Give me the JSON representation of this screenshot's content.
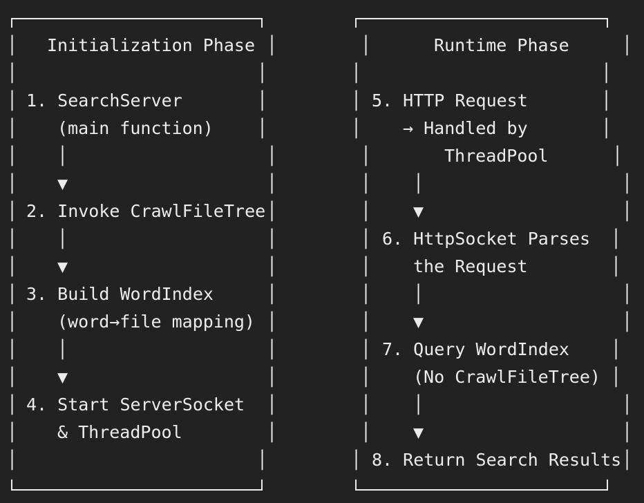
{
  "initialization": {
    "title": "Initialization Phase",
    "lines": [
      "1. SearchServer",
      "(main function)",
      "│",
      "▼",
      "2. Invoke CrawlFileTree",
      "│",
      "▼",
      "3. Build WordIndex",
      "(word→file mapping)",
      "│",
      "▼",
      "4. Start ServerSocket",
      "& ThreadPool"
    ]
  },
  "runtime": {
    "title": "Runtime Phase",
    "lines": [
      "5. HTTP Request",
      "→ Handled by",
      "ThreadPool",
      "│",
      "▼",
      "6. HttpSocket Parses",
      "the Request",
      "│",
      "▼",
      "7. Query WordIndex",
      "(No CrawlFileTree)",
      "│",
      "▼",
      "8. Return Search Results"
    ]
  }
}
